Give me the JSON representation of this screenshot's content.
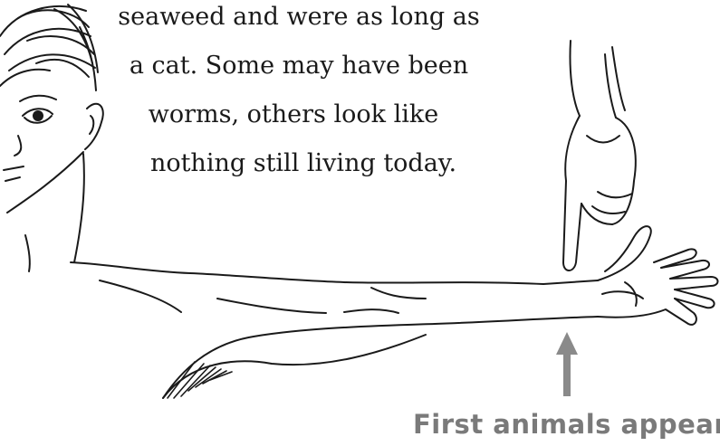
{
  "passage": {
    "lines": [
      "seaweed and were as long as",
      "a cat. Some may have been",
      "worms, others look like",
      "nothing still living today."
    ]
  },
  "caption": {
    "text": "First animals appear"
  },
  "colors": {
    "ink": "#1a1a1a",
    "caption": "#7a7a7a",
    "arrow": "#8a8a8a"
  }
}
